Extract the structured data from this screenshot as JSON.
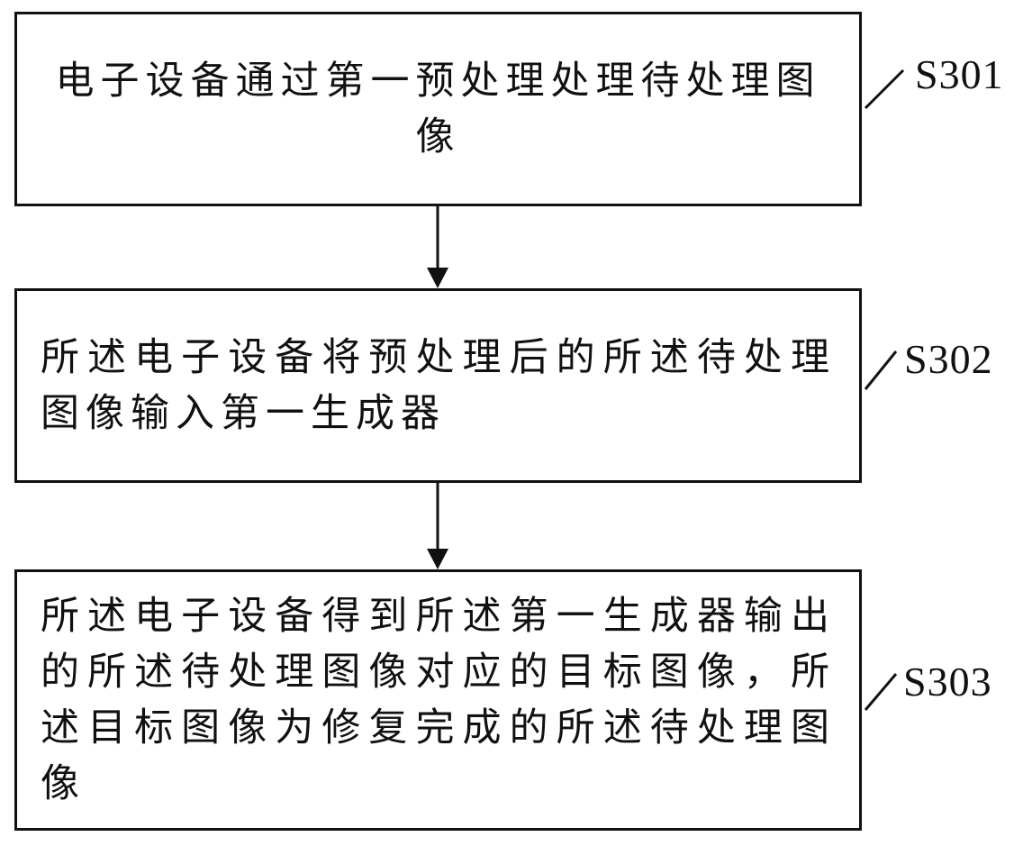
{
  "steps": [
    {
      "text": "电子设备通过第一预处理处理待处理图像",
      "label": "S301"
    },
    {
      "text": "所述电子设备将预处理后的所述待处理图像输入第一生成器",
      "label": "S302"
    },
    {
      "text": "所述电子设备得到所述第一生成器输出的所述待处理图像对应的目标图像，所述目标图像为修复完成的所述待处理图像",
      "label": "S303"
    }
  ]
}
